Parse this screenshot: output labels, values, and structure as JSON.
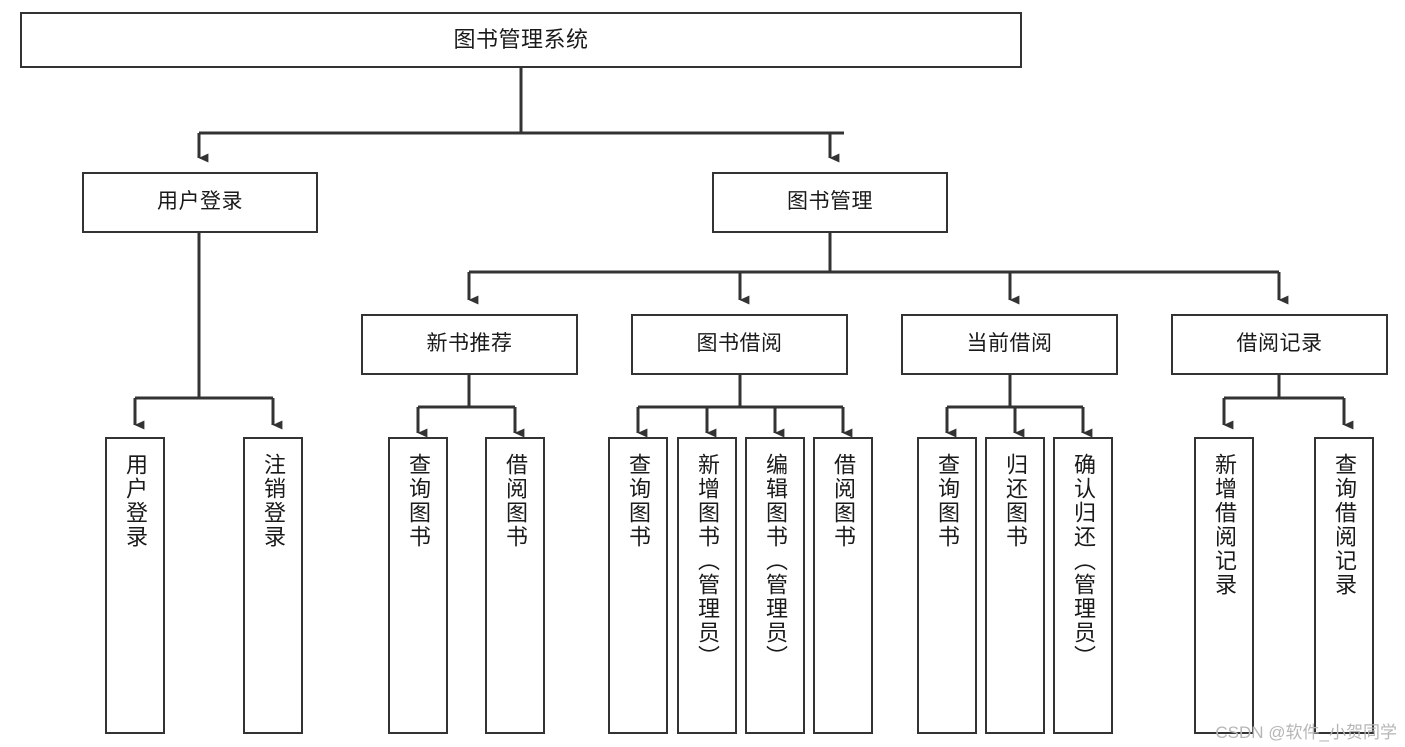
{
  "diagram": {
    "title": "图书管理系统",
    "type": "functional-structure-tree",
    "watermark": "CSDN @软件_小贺同学",
    "colors": {
      "background": "#ffffff",
      "border": "#333333",
      "text": "#1a1a1a",
      "connector": "#333333",
      "watermark": "#b6b6b6"
    },
    "levels": {
      "root": {
        "label": "图书管理系统"
      },
      "level1": [
        {
          "label": "用户登录"
        },
        {
          "label": "图书管理"
        }
      ],
      "level2": [
        {
          "label": "新书推荐"
        },
        {
          "label": "图书借阅"
        },
        {
          "label": "当前借阅"
        },
        {
          "label": "借阅记录"
        }
      ],
      "leaves": {
        "user_login": [
          {
            "label": "用户登录"
          },
          {
            "label": "注销登录"
          }
        ],
        "new_book_recommend": [
          {
            "label": "查询图书"
          },
          {
            "label": "借阅图书"
          }
        ],
        "book_borrow": [
          {
            "label": "查询图书"
          },
          {
            "label": "新增图书（管理员）"
          },
          {
            "label": "编辑图书（管理员）"
          },
          {
            "label": "借阅图书"
          }
        ],
        "current_borrow": [
          {
            "label": "查询图书"
          },
          {
            "label": "归还图书"
          },
          {
            "label": "确认归还（管理员）"
          }
        ],
        "borrow_record": [
          {
            "label": "新增借阅记录"
          },
          {
            "label": "查询借阅记录"
          }
        ]
      }
    }
  }
}
